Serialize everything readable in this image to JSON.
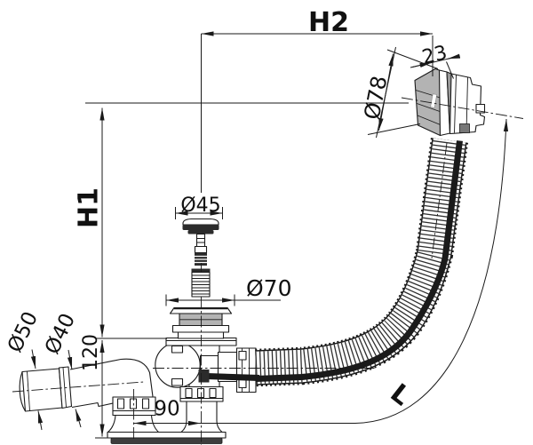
{
  "drawing": {
    "description": "Technical dimension drawing of a bath waste and overflow drain set with corrugated flexible hose",
    "colors": {
      "line": "#1a1a1a",
      "metal_gray": "#b3b3b3",
      "seal_dark": "#2b2b2b",
      "base_plate_dark": "#3d3d3d",
      "background": "#ffffff"
    },
    "dimensions": {
      "h2": {
        "label": "H2"
      },
      "h1": {
        "label": "H1"
      },
      "hose_length": {
        "label": "L"
      },
      "overflow_cap_width": {
        "label": "23",
        "value": 23
      },
      "overflow_cap_diameter": {
        "label": "Ø78",
        "value": 78
      },
      "plug_diameter": {
        "label": "Ø45",
        "value": 45
      },
      "waste_flange_diameter": {
        "label": "Ø70",
        "value": 70
      },
      "outlet_socket_diameter": {
        "label": "Ø50",
        "value": 50
      },
      "outlet_pipe_diameter": {
        "label": "Ø40",
        "value": 40
      },
      "installation_height": {
        "label": "120",
        "value": 120
      },
      "outlet_offset": {
        "label": "90",
        "value": 90
      }
    }
  }
}
